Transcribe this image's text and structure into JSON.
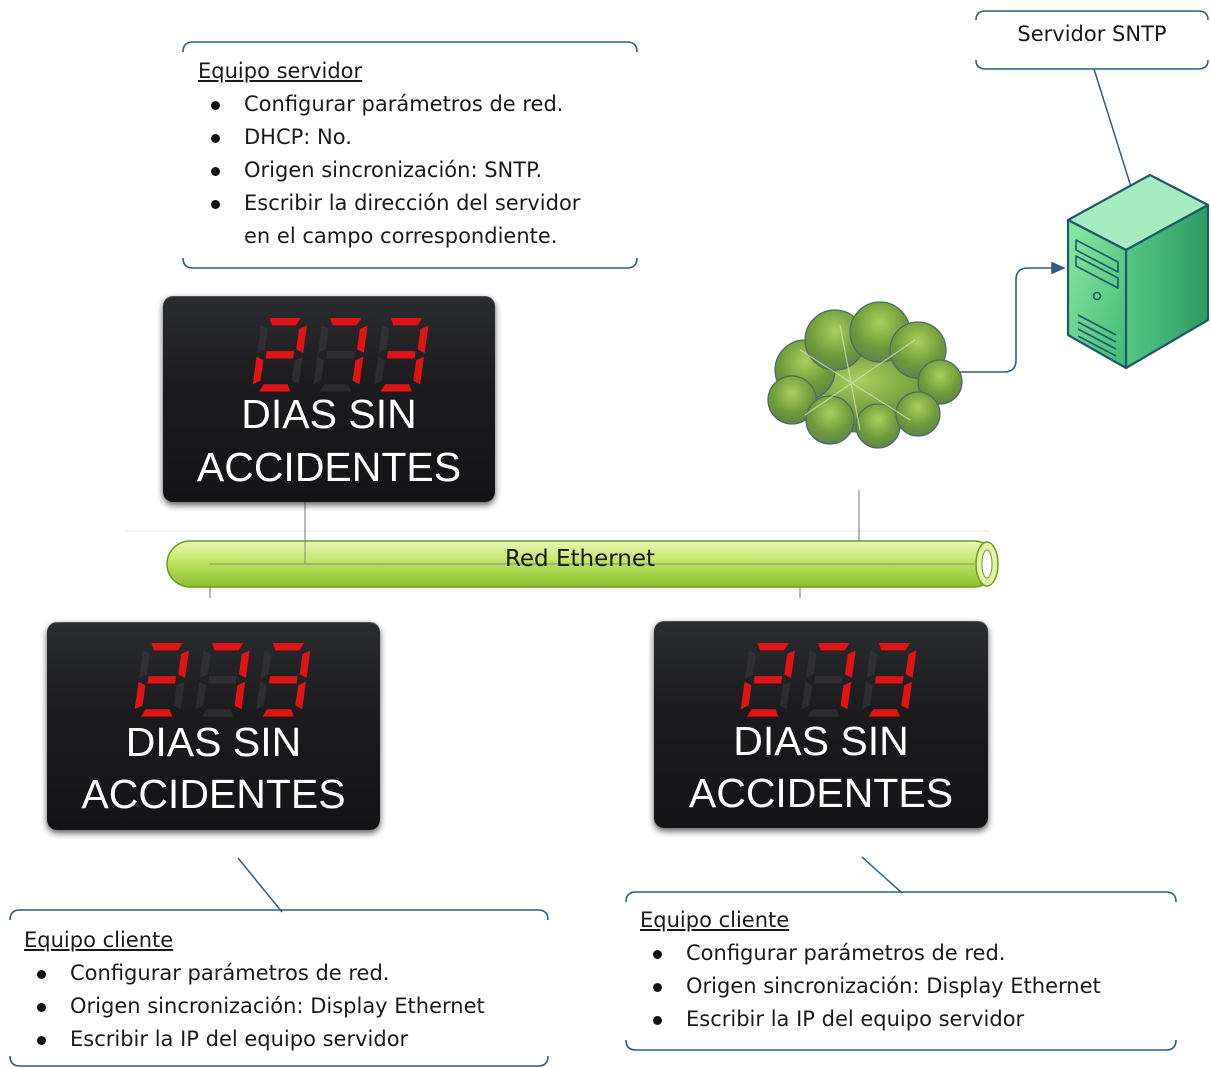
{
  "server_box": {
    "title": "Equipo servidor",
    "items": [
      "Configurar parámetros de red.",
      "DHCP: No.",
      "Origen sincronización: SNTP.",
      "Escribir la dirección del servidor"
    ],
    "item_continuation": "en el campo correspondiente."
  },
  "sntp_server": {
    "label": "Servidor SNTP"
  },
  "network": {
    "label": "Red Ethernet"
  },
  "display": {
    "digits": "273",
    "line1": "DIAS SIN",
    "line2": "ACCIDENTES",
    "digit_color": "#e01414"
  },
  "client_left": {
    "title": "Equipo cliente",
    "items": [
      "Configurar parámetros de red.",
      "Origen sincronización: Display Ethernet",
      "Escribir la IP del equipo servidor"
    ]
  },
  "client_right": {
    "title": "Equipo cliente",
    "items": [
      "Configurar parámetros de red.",
      "Origen sincronización: Display Ethernet",
      "Escribir la IP del equipo servidor"
    ]
  },
  "colors": {
    "bracket": "#2f5e80",
    "pipe_green": "#b8e05a",
    "cloud_green": "#7aa83a",
    "server_green": "#5fd08a",
    "server_outline": "#1f5a6a"
  }
}
